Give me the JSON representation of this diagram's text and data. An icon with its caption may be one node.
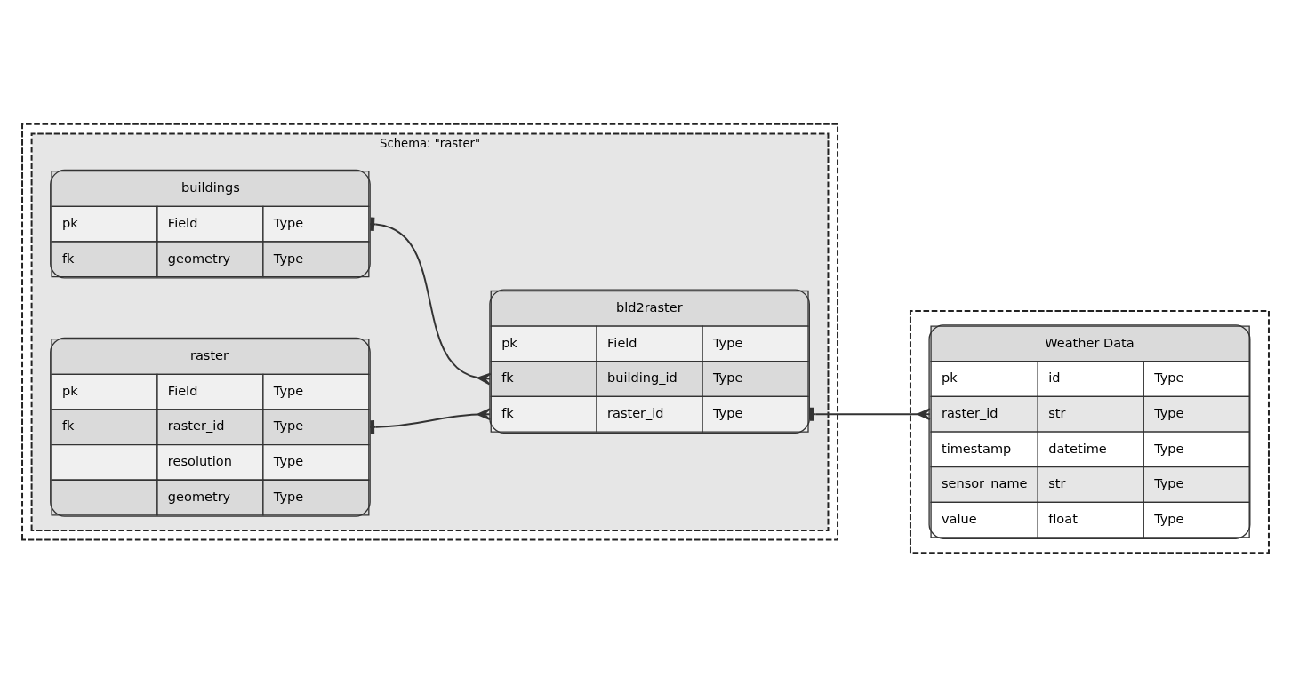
{
  "diagram": {
    "nodes": [
      {
        "text": [],
        "shape": "box"
      },
      {
        "text": [
          "Schema: \"raster\""
        ],
        "in": 0
      },
      {
        "text": [
          "buildings",
          "pk",
          "Field",
          "Type",
          "fk",
          "geometry",
          "Type"
        ],
        "in": 1
      },
      {
        "text": [
          "bld2raster",
          "pk",
          "Field",
          "Type",
          "fk",
          "building_id",
          "Type",
          "fk",
          "raster_id",
          "Type"
        ],
        "in": 1
      },
      {
        "text": [
          "raster",
          "pk",
          "Field",
          "Type",
          "fk",
          "raster_id",
          "Type",
          "resolution",
          "Type",
          "geometry",
          "Type"
        ],
        "in": 1
      },
      {
        "text": [],
        "shape": "box"
      },
      {
        "text": [
          "Weather Data",
          "pk",
          "id",
          "Type",
          "raster_id",
          "str",
          "Type",
          "timestamp",
          "datetime",
          "Type",
          "sensor_name",
          "str",
          "Type",
          "value",
          "float",
          "Type"
        ],
        "in": 5
      }
    ],
    "edges": [
      {
        "from": 2,
        "to": 3,
        "arrow": "other"
      },
      {
        "from": 4,
        "to": 3,
        "arrow": "other"
      },
      {
        "from": 3,
        "to": 6,
        "arrow": "other"
      }
    ]
  }
}
